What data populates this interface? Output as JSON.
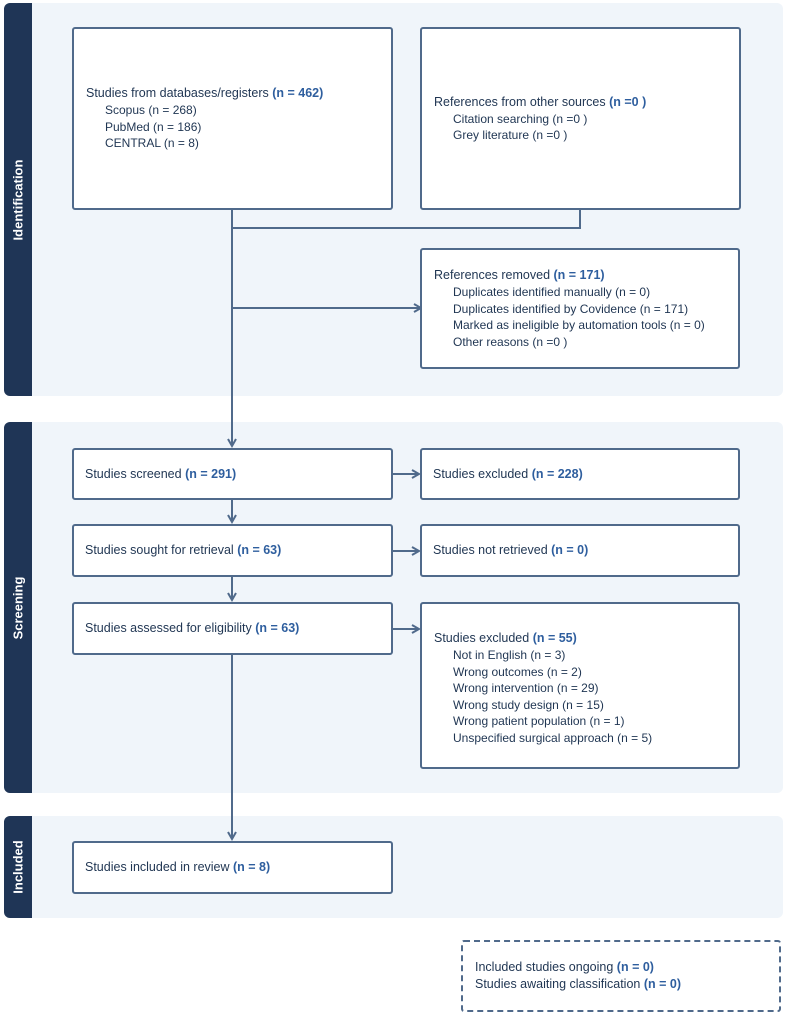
{
  "bands": {
    "identification": "Identification",
    "screening": "Screening",
    "included": "Included"
  },
  "identification": {
    "databases": {
      "title": "Studies from databases/registers",
      "count": "(n = 462)",
      "items": [
        "Scopus (n = 268)",
        "PubMed (n = 186)",
        "CENTRAL (n = 8)"
      ]
    },
    "other_sources": {
      "title": "References from other sources",
      "count": "(n =0 )",
      "items": [
        "Citation searching (n =0 )",
        "Grey literature (n =0 )"
      ]
    },
    "removed": {
      "title": "References removed",
      "count": "(n = 171)",
      "items": [
        "Duplicates identified manually (n = 0)",
        "Duplicates identified by Covidence (n = 171)",
        "Marked as ineligible by automation tools (n = 0)",
        "Other reasons (n =0 )"
      ]
    }
  },
  "screening": {
    "screened": {
      "title": "Studies screened",
      "count": "(n = 291)"
    },
    "excluded": {
      "title": "Studies excluded",
      "count": "(n = 228)"
    },
    "sought": {
      "title": "Studies sought for retrieval",
      "count": "(n = 63)"
    },
    "not_retrieved": {
      "title": "Studies not retrieved",
      "count": "(n = 0)"
    },
    "assessed": {
      "title": "Studies assessed for eligibility",
      "count": "(n = 63)"
    },
    "excluded_eligibility": {
      "title": "Studies excluded",
      "count": "(n = 55)",
      "items": [
        "Not in English (n = 3)",
        "Wrong outcomes (n = 2)",
        "Wrong intervention (n = 29)",
        "Wrong study design (n = 15)",
        "Wrong patient population (n = 1)",
        "Unspecified surgical approach (n = 5)"
      ]
    }
  },
  "included": {
    "review": {
      "title": "Studies included in review",
      "count": "(n = 8)"
    }
  },
  "ongoing": {
    "line1": "Included studies ongoing",
    "count1": "(n = 0)",
    "line2": "Studies awaiting classification",
    "count2": "(n = 0)"
  },
  "colors": {
    "band_bg": "#f0f5fa",
    "label_bg": "#1f3556",
    "border": "#506a8b",
    "count": "#2e5e9e"
  }
}
